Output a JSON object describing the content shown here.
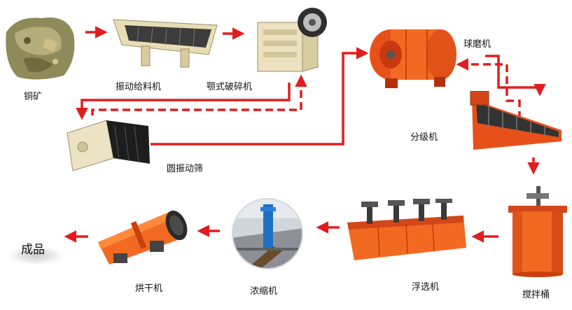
{
  "colors": {
    "arrow": "#e11d1d",
    "orange": "#f05a1a",
    "steel": "#3a3a3a",
    "cream": "#efe3bd"
  },
  "labels": {
    "copper_ore": "铜矿",
    "vibrating_feeder": "振动给料机",
    "jaw_crusher": "颚式破碎机",
    "ball_mill": "球磨机",
    "classifier": "分级机",
    "circular_screen": "圆振动筛",
    "agitation_tank": "搅拌桶",
    "flotation_machine": "浮选机",
    "thickener": "浓缩机",
    "dryer": "烘干机",
    "product": "成品"
  }
}
